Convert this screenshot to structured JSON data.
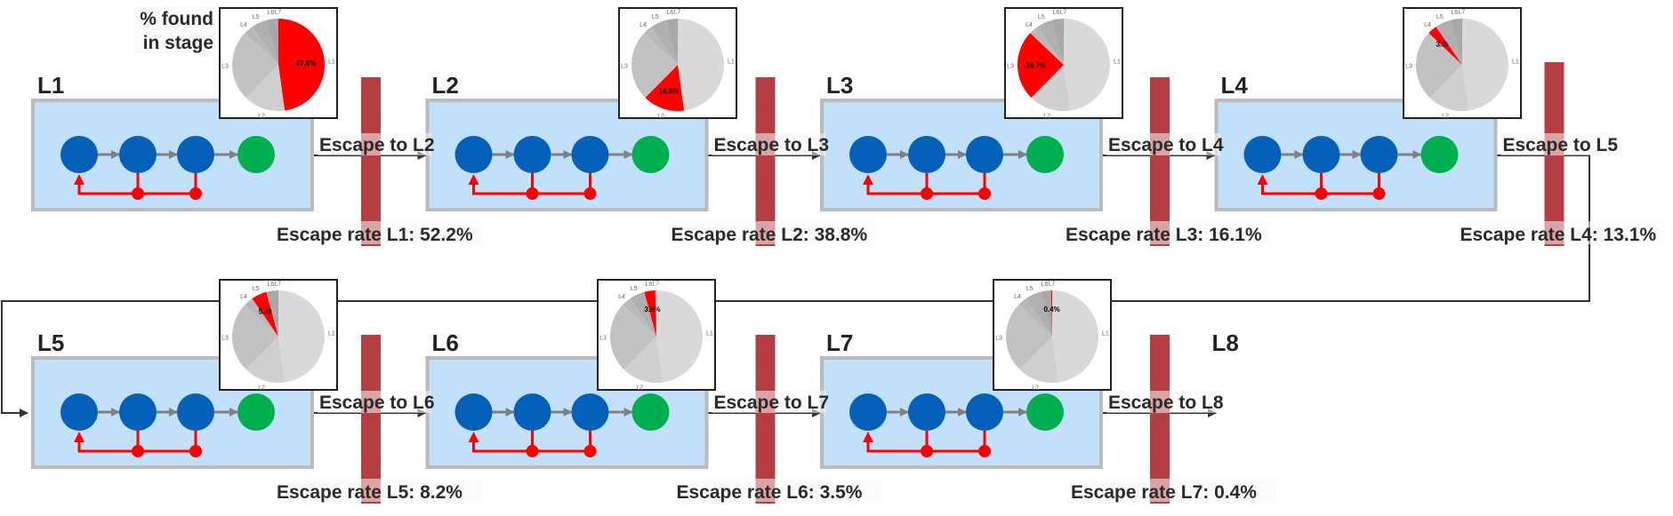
{
  "legend": {
    "line1": "% found",
    "line2": "in stage"
  },
  "colors": {
    "box_fill": "#c2e0fa",
    "box_border": "#bdbabb",
    "node_blue": "#0560b9",
    "node_green": "#00b050",
    "feedback_red": "#ff0000",
    "arrow_gray": "#808080",
    "bar_red": "#b53e42",
    "line_dark": "#333333",
    "pie_highlight": "#ff0000",
    "pie_grays": [
      "#d9d9d9",
      "#cfcfcf",
      "#c2c2c2",
      "#b9b9b9",
      "#b0b0b0",
      "#a8a8a8",
      "#9e9e9e"
    ]
  },
  "pie_slice_labels": [
    "L1",
    "L2",
    "L3",
    "L4",
    "L5",
    "L6",
    "L7"
  ],
  "pie_share_percent": [
    47.8,
    14.6,
    24.7,
    3.3,
    5.4,
    3.8,
    0.4
  ],
  "stages": [
    {
      "label": "L1",
      "escape_to": "Escape to L2",
      "escape_rate": "Escape rate L1: 52.2%",
      "pie_pct_label": "47.8%"
    },
    {
      "label": "L2",
      "escape_to": "Escape to L3",
      "escape_rate": "Escape rate L2: 38.8%",
      "pie_pct_label": "14.6%"
    },
    {
      "label": "L3",
      "escape_to": "Escape to L4",
      "escape_rate": "Escape rate L3: 16.1%",
      "pie_pct_label": "24.7%"
    },
    {
      "label": "L4",
      "escape_to": "Escape to L5",
      "escape_rate": "Escape rate L4: 13.1%",
      "pie_pct_label": "3.3%"
    },
    {
      "label": "L5",
      "escape_to": "Escape to L6",
      "escape_rate": "Escape rate L5: 8.2%",
      "pie_pct_label": "5.4%"
    },
    {
      "label": "L6",
      "escape_to": "Escape to L7",
      "escape_rate": "Escape rate L6: 3.5%",
      "pie_pct_label": "3.8%"
    },
    {
      "label": "L7",
      "escape_to": "Escape to L8",
      "escape_rate": "Escape rate L7: 0.4%",
      "pie_pct_label": "0.4%"
    }
  ],
  "final_stage": {
    "label": "L8"
  }
}
